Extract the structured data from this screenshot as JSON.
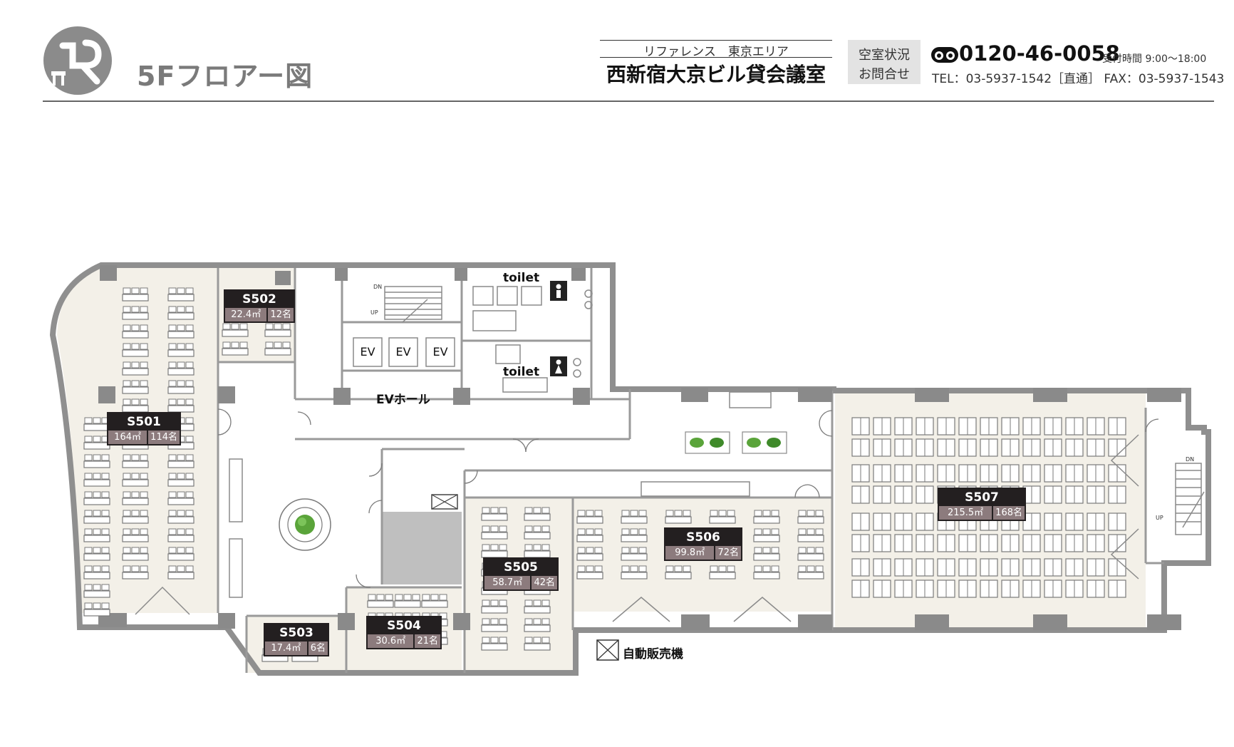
{
  "header": {
    "floor_title": "5Fフロアー図",
    "subtitle": "リファレンス　東京エリア",
    "building": "西新宿大京ビル貸会議室",
    "inquiry_line1": "空室状況",
    "inquiry_line2": "お問合せ",
    "freedial": "0120-46-0058",
    "hours": "受付時間 9:00〜18:00",
    "tel_line": "TEL：03-5937-1542［直通］ FAX：03-5937-1543"
  },
  "labels": {
    "toilet_top": "toilet",
    "toilet_bottom": "toilet",
    "ev1": "EV",
    "ev2": "EV",
    "ev3": "EV",
    "ev_hall": "EVホール",
    "dn_left": "DN",
    "up_left": "UP",
    "dn_right": "DN",
    "up_right": "UP",
    "vending": "自動販売機"
  },
  "rooms": {
    "s501": {
      "name": "S501",
      "area": "164㎡",
      "cap": "114名"
    },
    "s502": {
      "name": "S502",
      "area": "22.4㎡",
      "cap": "12名"
    },
    "s503": {
      "name": "S503",
      "area": "17.4㎡",
      "cap": "6名"
    },
    "s504": {
      "name": "S504",
      "area": "30.6㎡",
      "cap": "21名"
    },
    "s505": {
      "name": "S505",
      "area": "58.7㎡",
      "cap": "42名"
    },
    "s506": {
      "name": "S506",
      "area": "99.8㎡",
      "cap": "72名"
    },
    "s507": {
      "name": "S507",
      "area": "215.5㎡",
      "cap": "168名"
    }
  },
  "colors": {
    "label_bg": "#231f20",
    "area_bg": "#8c7b7d",
    "room_floor": "#f3f0e8",
    "wall": "#8f8f8f"
  }
}
